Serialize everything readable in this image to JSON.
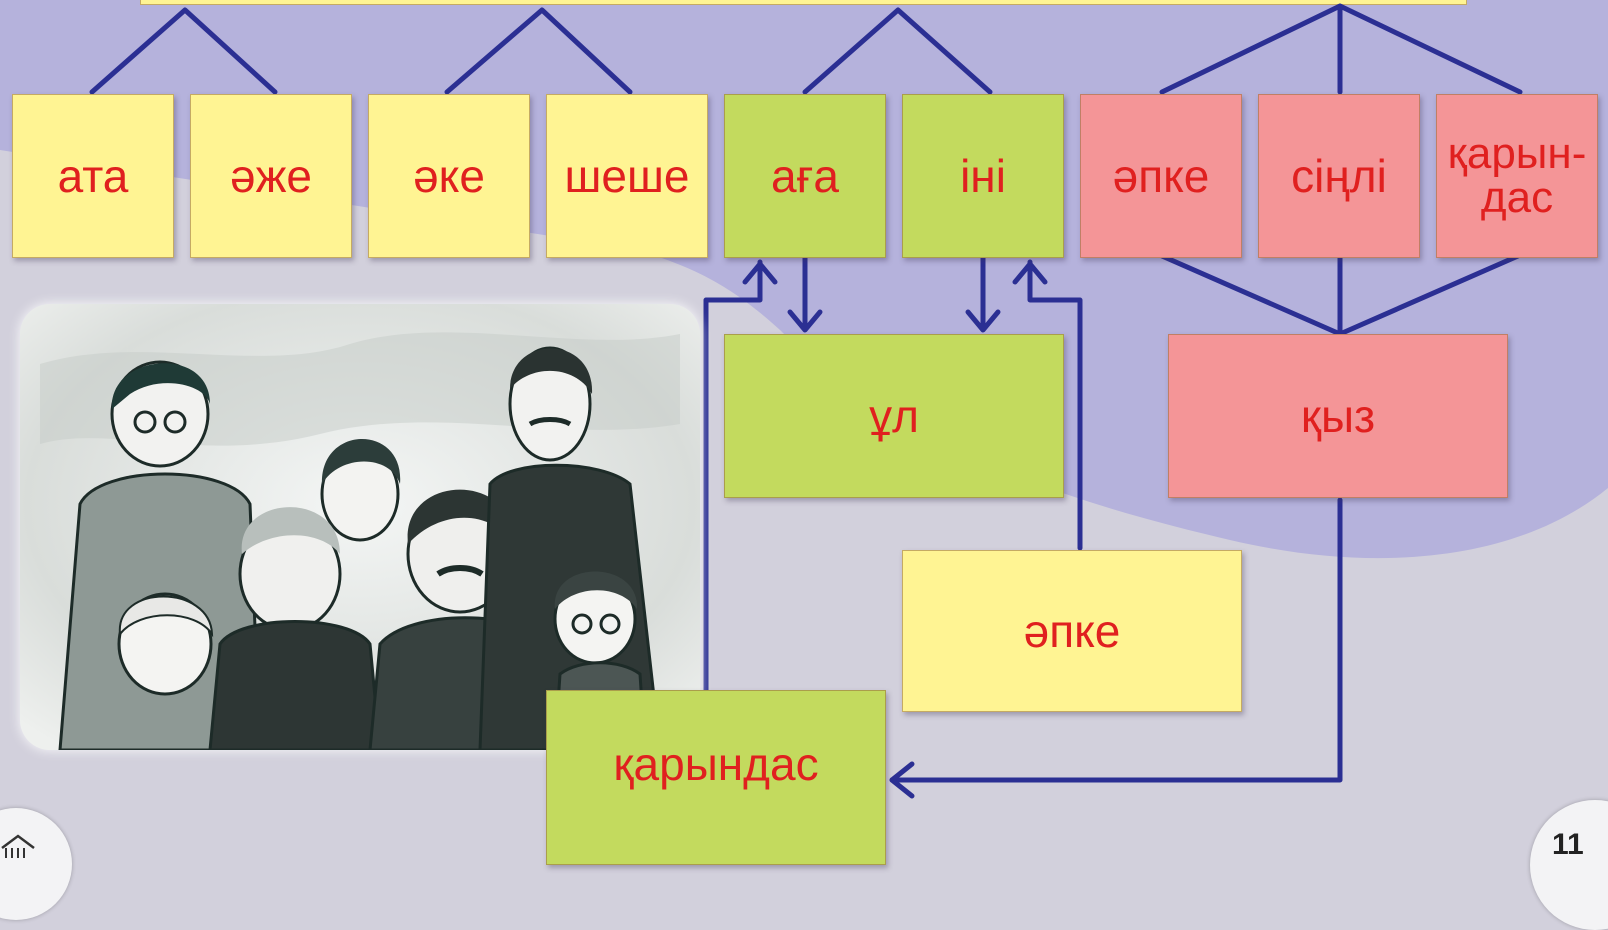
{
  "row1": [
    {
      "id": "ata",
      "text": "ата",
      "color": "yellow"
    },
    {
      "id": "azhe",
      "text": "әже",
      "color": "yellow"
    },
    {
      "id": "ake",
      "text": "әке",
      "color": "yellow"
    },
    {
      "id": "sheshe",
      "text": "шеше",
      "color": "yellow"
    },
    {
      "id": "aga",
      "text": "аға",
      "color": "green"
    },
    {
      "id": "ini",
      "text": "іні",
      "color": "green"
    },
    {
      "id": "apke",
      "text": "әпке",
      "color": "pink"
    },
    {
      "id": "sindi",
      "text": "сіңлі",
      "color": "pink"
    },
    {
      "id": "karyndas_split_1",
      "text": "қарын-",
      "color": "pink"
    },
    {
      "id": "karyndas_split_2",
      "text": "дас",
      "color": "pink"
    }
  ],
  "middle": {
    "ul": "ұл",
    "kyz": "қыз",
    "apke": "әпке",
    "karyndas": "қарындас"
  },
  "page_number": "11",
  "colors": {
    "yellow": "#fff493",
    "green": "#c3da5e",
    "pink": "#f49597",
    "text": "#e0201f",
    "line": "#2b2f93",
    "background": "#d2d0dc",
    "blob": "#b5b2dc"
  }
}
